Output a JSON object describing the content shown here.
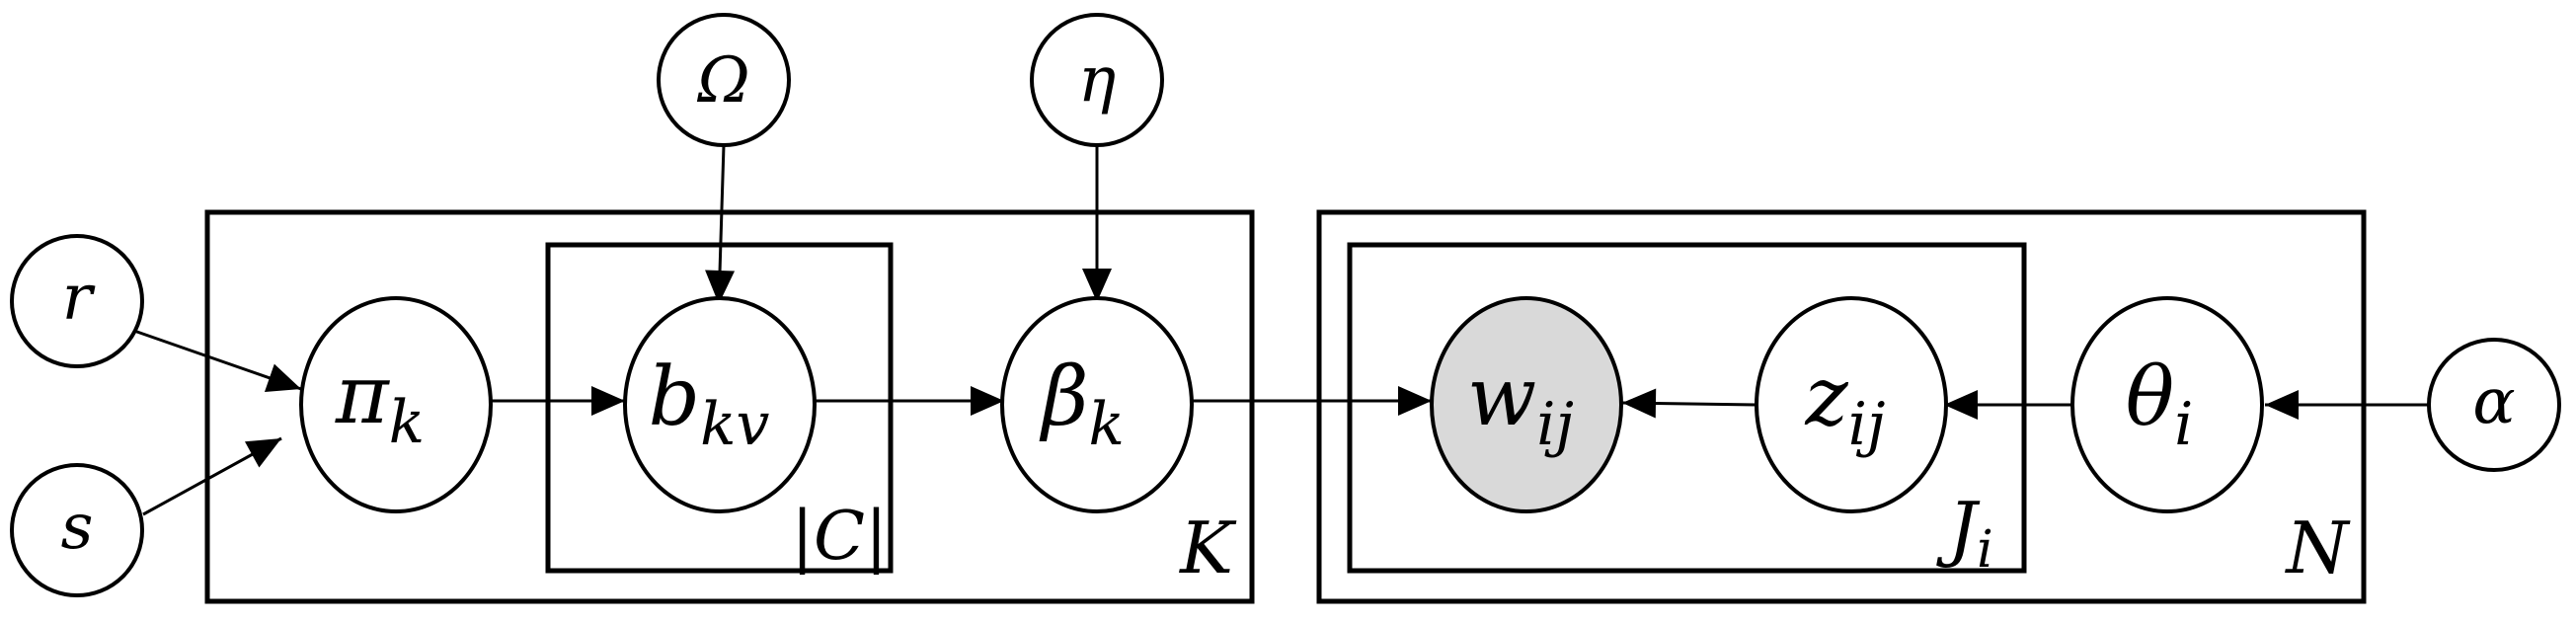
{
  "colors": {
    "stroke": "#000000",
    "node_fill": "#ffffff",
    "observed_fill": "#d9d9d9"
  },
  "nodes": {
    "omega": {
      "symbol": "Ω",
      "sub": ""
    },
    "eta": {
      "symbol": "η",
      "sub": ""
    },
    "r": {
      "symbol": "r",
      "sub": ""
    },
    "s": {
      "symbol": "s",
      "sub": ""
    },
    "pi": {
      "symbol": "π",
      "sub": "k"
    },
    "b": {
      "symbol": "b",
      "sub": "kv"
    },
    "beta": {
      "symbol": "β",
      "sub": "k"
    },
    "w": {
      "symbol": "w",
      "sub": "ij",
      "observed": true
    },
    "z": {
      "symbol": "z",
      "sub": "ij"
    },
    "theta": {
      "symbol": "θ",
      "sub": "i"
    },
    "alpha": {
      "symbol": "α",
      "sub": ""
    }
  },
  "plates": {
    "c": {
      "label": "|C|"
    },
    "k": {
      "label": "K"
    },
    "j": {
      "symbol": "J",
      "sub": "i"
    },
    "n": {
      "label": "N"
    }
  }
}
